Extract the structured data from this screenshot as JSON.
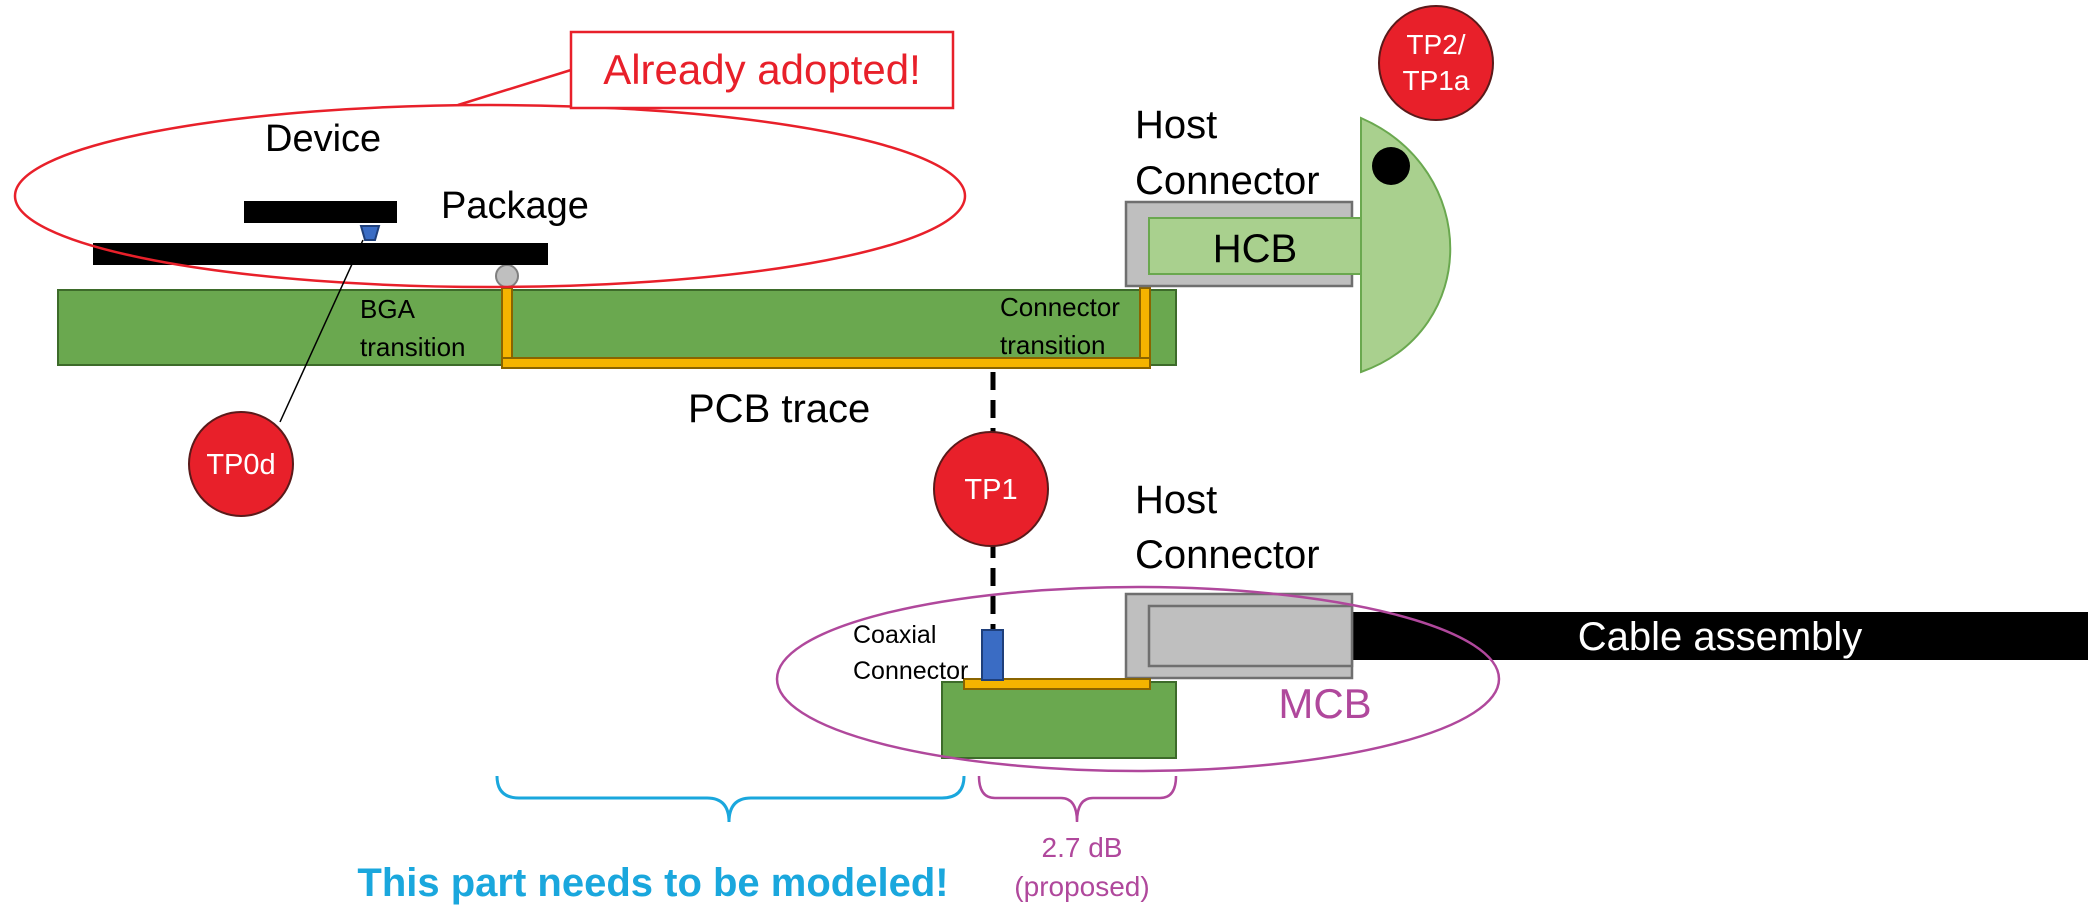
{
  "labels": {
    "device": "Device",
    "package": "Package",
    "bga_line1": "BGA",
    "bga_line2": "transition",
    "conn_line1": "Connector",
    "conn_line2": "transition",
    "pcb_trace": "PCB trace",
    "host_conn_top_line1": "Host",
    "host_conn_top_line2": "Connector",
    "hcb": "HCB",
    "host_conn_bot_line1": "Host",
    "host_conn_bot_line2": "Connector",
    "cable_assembly": "Cable assembly",
    "coax_line1": "Coaxial",
    "coax_line2": "Connector",
    "mcb": "MCB",
    "already_adopted": "Already adopted!",
    "tp2_line1": "TP2/",
    "tp2_line2": "TP1a",
    "tp0d": "TP0d",
    "tp1": "TP1",
    "loss_line1": "2.7 dB",
    "loss_line2": "(proposed)",
    "needs_model": "This part needs to be modeled!"
  },
  "colors": {
    "pcb_green": "#6aa84f",
    "trace_orange": "#f5b400",
    "tp_red": "#e8202a",
    "callout_red": "#e8202a",
    "mcb_purple": "#b0489c",
    "brace_blue": "#1aa7dd",
    "hcb_green": "#a9d08e",
    "connector_gray": "#bfbfbf",
    "coax_blue": "#3a6cc4"
  }
}
